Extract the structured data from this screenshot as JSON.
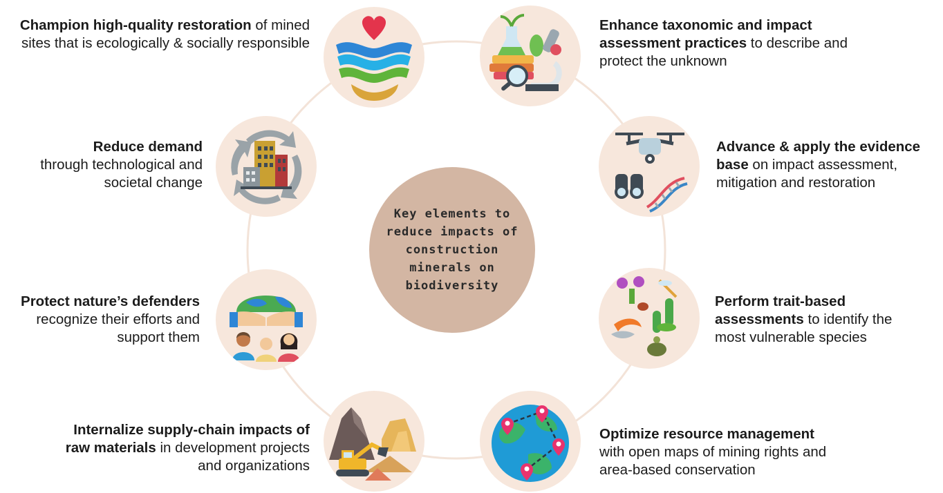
{
  "center": {
    "title": "Key elements to reduce impacts of construction minerals on biodiversity"
  },
  "elements": [
    {
      "id": "restoration",
      "icon": "restoration-waves-heart-icon",
      "bold": "Champion high-quality restoration",
      "rest": " of mined sites that is ecologically & socially responsible"
    },
    {
      "id": "taxonomic",
      "icon": "science-lab-icon",
      "bold": "Enhance taxonomic and impact assessment practices",
      "rest": " to describe and protect the unknown"
    },
    {
      "id": "evidence",
      "icon": "drone-binoculars-dna-icon",
      "bold": "Advance & apply the evidence base",
      "rest": " on impact assessment, mitigation and restoration"
    },
    {
      "id": "trait",
      "icon": "species-icon",
      "bold": "Perform trait-based assessments",
      "rest": " to identify the most vulnerable species"
    },
    {
      "id": "resource",
      "icon": "globe-map-pins-icon",
      "bold": "Optimize resource management",
      "rest": " with open maps of mining rights and area-based conservation"
    },
    {
      "id": "supply",
      "icon": "quarry-excavator-icon",
      "bold": "Internalize supply-chain impacts of raw materials",
      "rest": " in development projects and organizations"
    },
    {
      "id": "defenders",
      "icon": "earth-hands-people-icon",
      "bold": "Protect nature’s defenders",
      "rest": " recognize their efforts and support them"
    },
    {
      "id": "demand",
      "icon": "recycle-city-icon",
      "bold": "Reduce demand",
      "rest": " through technological and societal change"
    }
  ],
  "colors": {
    "ring": "#f3e3d8",
    "node_bg": "#f7e7dc",
    "center_bg": "#d3b6a3"
  }
}
